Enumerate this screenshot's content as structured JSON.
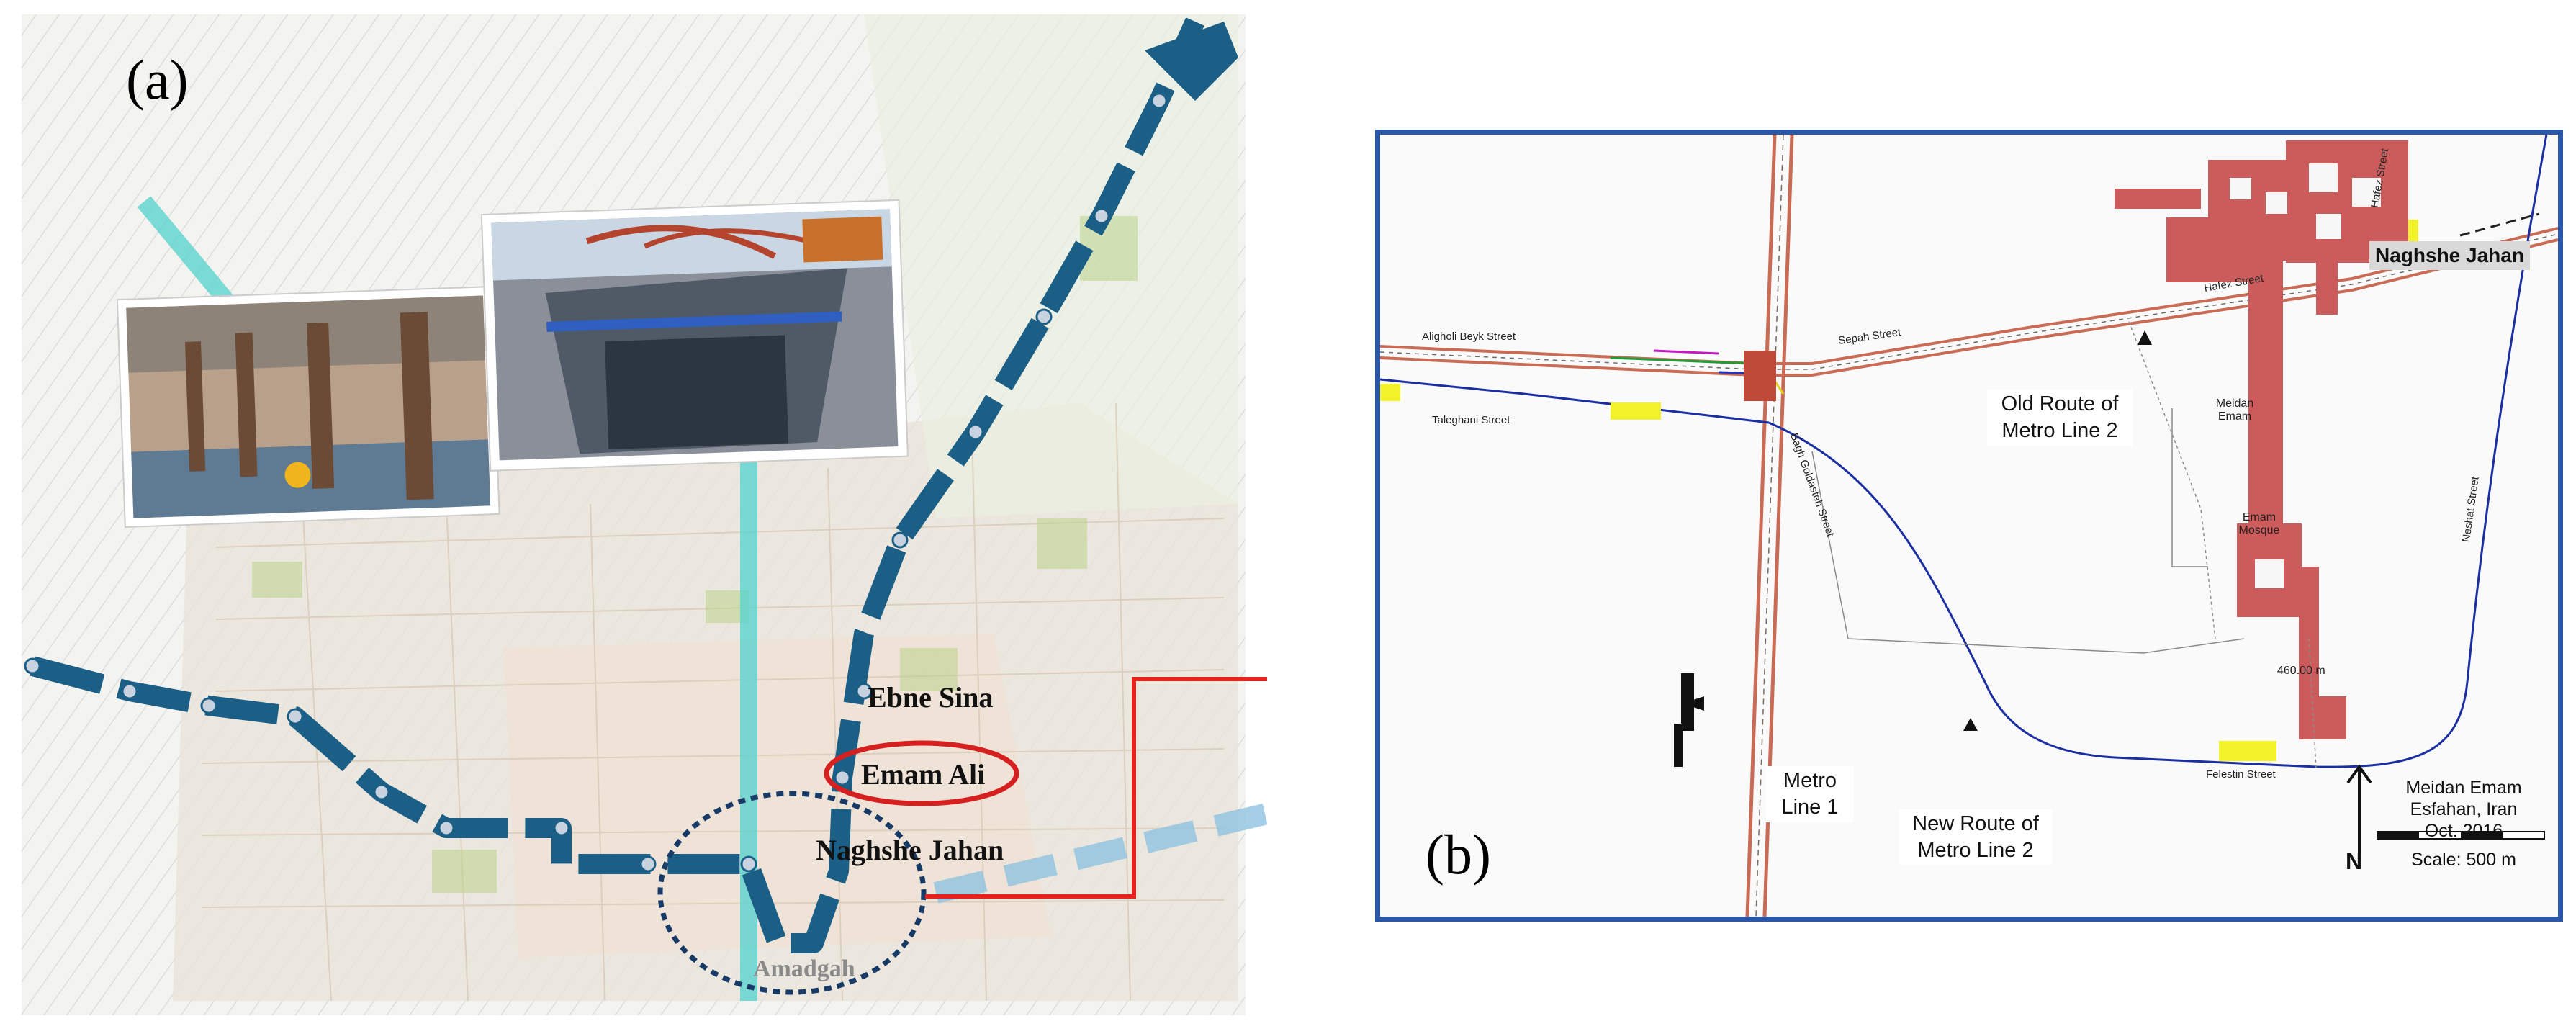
{
  "panel_a": {
    "label": "(a)",
    "stations": {
      "ebne_sina": "Ebne Sina",
      "emam_ali": "Emam Ali",
      "naghshe_jahan": "Naghshe Jahan",
      "amadgah": "Amadgah"
    }
  },
  "panel_b": {
    "label": "(b)",
    "streets": {
      "aligholi_beyk": "Aligholi Beyk Street",
      "taleghani": "Taleghani Street",
      "sepah": "Sepah Street",
      "hafez_1": "Hafez Street",
      "hafez_2": "Hafez Street",
      "neshat": "Neshat Street",
      "bagh_goldasteh": "Bagh Goldasteh Street",
      "felestin": "Felestin Street"
    },
    "places": {
      "meidan_emam": "Meidan Emam",
      "emam_mosque": "Emam Mosque"
    },
    "callouts": {
      "old_route": "Old Route of Metro Line 2",
      "new_route": "New Route of Metro Line 2",
      "metro_line_1": "Metro Line 1"
    },
    "naghshe_jahan_tag": "Naghshe Jahan",
    "distance": "460.00 m",
    "legend": {
      "north_symbol": "N",
      "location_1": "Meidan Emam",
      "location_2": "Esfahan, Iran",
      "date": "Oct. 2016",
      "scale": "Scale: 500 m"
    }
  },
  "colors": {
    "metro_line_2": "#1c5f86",
    "metro_line_1": "#5ad3cf",
    "highlight_red": "#d62020",
    "frame_blue": "#2a57a7",
    "monument_red": "#cc5c5c",
    "route_blue": "#1b2fa3"
  }
}
